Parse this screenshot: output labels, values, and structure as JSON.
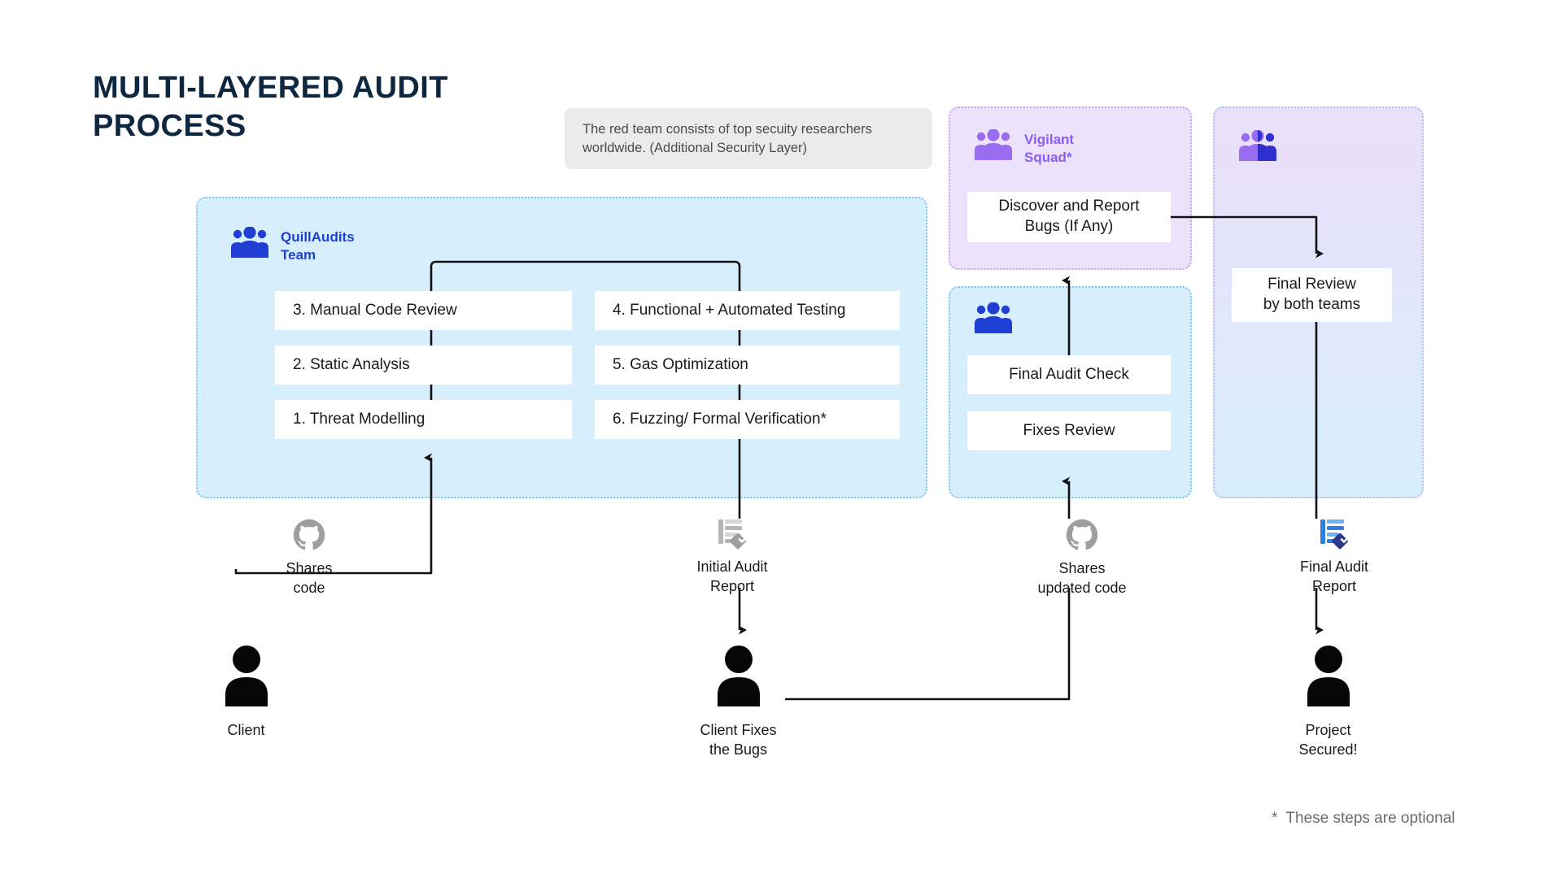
{
  "page": {
    "title": "MULTI-LAYERED AUDIT PROCESS",
    "title_line1": "MULTI-LAYERED AUDIT",
    "title_line2": "PROCESS",
    "footnote_star": "*",
    "footnote_text": "These steps are optional",
    "background": "#ffffff"
  },
  "note": {
    "text": "The red team consists of top secuity researchers worldwide. (Additional Security Layer)",
    "background": "#ebebeb",
    "text_color": "#4b4b4b"
  },
  "panels": {
    "quillaudits": {
      "team_label": "QuillAudits\nTeam",
      "team_color": "#1f3fd4",
      "background": "#d7effd",
      "border_color": "#7ec8ef",
      "left_column": [
        {
          "label": "3. Manual Code Review"
        },
        {
          "label": "2. Static Analysis"
        },
        {
          "label": "1. Threat Modelling"
        }
      ],
      "right_column": [
        {
          "label": "4. Functional + Automated Testing"
        },
        {
          "label": "5. Gas Optimization"
        },
        {
          "label": "6. Fuzzing/ Formal Verification*"
        }
      ]
    },
    "vigilant_squad": {
      "team_label": "Vigilant\nSquad*",
      "team_color": "#8b5cf6",
      "background": "#ece2fb",
      "border_color": "#c3a8ef",
      "box_label": "Discover and Report\nBugs (If Any)"
    },
    "final_check": {
      "background": "#d7effd",
      "border_color": "#7ec8ef",
      "boxes": [
        {
          "label": "Final Audit Check"
        },
        {
          "label": "Fixes Review"
        }
      ]
    },
    "final_review": {
      "background_top": "#eadffb",
      "background_bottom": "#d7effd",
      "border_color": "#b9bdf0",
      "box_label": "Final Review\nby both teams"
    }
  },
  "flow": {
    "shares_code": {
      "icon": "github-icon",
      "label": "Shares\ncode",
      "icon_color": "#9e9e9e"
    },
    "initial_audit_report": {
      "icon": "audit-report-icon",
      "label": "Initial Audit\nReport",
      "icon_color": "#9e9e9e"
    },
    "shares_updated_code": {
      "icon": "github-icon",
      "label": "Shares\nupdated  code",
      "icon_color": "#9e9e9e"
    },
    "final_audit_report": {
      "icon": "audit-report-icon",
      "label": "Final Audit\nReport",
      "icon_color": "#2e7fe0"
    }
  },
  "actors": {
    "client": {
      "icon": "person-icon",
      "label": "Client",
      "color": "#000000"
    },
    "client_fixes": {
      "icon": "person-icon",
      "label": "Client Fixes\nthe Bugs",
      "color": "#000000"
    },
    "project_secured": {
      "icon": "person-icon",
      "label": "Project\nSecured!",
      "color": "#000000"
    }
  }
}
